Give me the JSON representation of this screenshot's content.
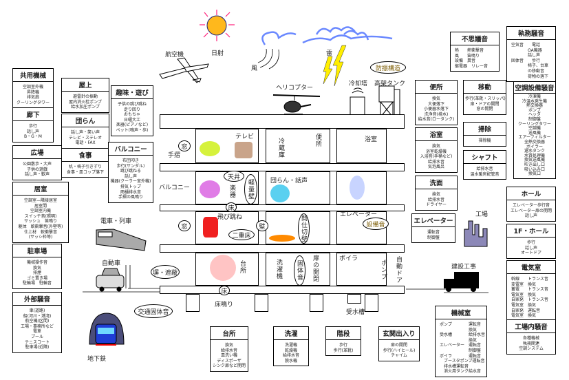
{
  "boxes": {
    "kyoyo": {
      "title": "共用機械",
      "items": [
        "空調室外機",
        "昇降機",
        "排気扇",
        "クーリングタワー"
      ]
    },
    "okujo": {
      "title": "屋上",
      "items": [
        "避雷針の振動",
        "屋内消火栓ポンプ",
        "給水加圧ポンプ"
      ]
    },
    "shumi": {
      "title": "趣味・遊び",
      "items": [
        "子供の跳び跳ね",
        "走り回り",
        "おもちゃ",
        "日曜大工",
        "楽器(ピアノなど)",
        "ペット(鳴声・歩)"
      ]
    },
    "roka": {
      "title": "廊下",
      "items": [
        "歩行",
        "話し声",
        "B・G・M"
      ]
    },
    "danran": {
      "title": "団らん",
      "items": [
        "話し声・笑い声",
        "テレビ・ステレオ",
        "電話・FAX"
      ]
    },
    "hiroba": {
      "title": "広場",
      "items": [
        "公園散歩・大声",
        "子供の遊戯",
        "話し声・歓声"
      ]
    },
    "shokuji": {
      "title": "食事",
      "items": [
        "机・椅子引きずり",
        "食事・皿コップ落下"
      ]
    },
    "balcony": {
      "title": "バルコニー",
      "items": [
        "布団叩き",
        "歩行(サンダル)",
        "跳び跳ねる",
        "話し声",
        "機器(クーラー室外機)",
        "排気トップ",
        "雨樋排水音",
        "手摺の風鳴り"
      ]
    },
    "kyoshitsu": {
      "title": "居室",
      "items": [
        "空調室—隣接居室",
        "居室間",
        "空調室内機",
        "スイッチ音(照明)",
        "サッシュ　笛鳴り",
        "躯体　軟衝撃音(外壁等)",
        "仕上材　軟衝撃音",
        "(サッシ枠等)"
      ]
    },
    "chushajo": {
      "title": "駐車場",
      "items": [
        "機械操作音",
        "換気",
        "排煙",
        "ゴミ置き場",
        "駐輪場　駐輪音"
      ]
    },
    "gaibu": {
      "title": "外部騒音",
      "items": [
        "車(道路)",
        "船(河川・港湾)",
        "航空機(区間)",
        "工場・事務所など",
        "電車",
        "プール",
        "テニスコート",
        "駐車場(近隣)"
      ]
    },
    "fushigi": {
      "title": "不思議音",
      "items": [
        "熱　　熱衝撃音",
        "風　　笛鳴り",
        "設備　異音",
        "継電器　リレー音"
      ]
    },
    "shitsumu": {
      "title": "執務騒音",
      "items": [
        "空気音　　電話",
        "　　　　OA機器",
        "　　　　話し声",
        "固体音　　歩行",
        "　　　　椅子、台車",
        "　　　　の移動音",
        "　　　　荷物の落下"
      ]
    },
    "benjo": {
      "title": "便所",
      "items": [
        "換気",
        "大便落下",
        "小便器水落下",
        "洗浄音(排水)",
        "給水音(ロータンク)"
      ]
    },
    "ido": {
      "title": "移動",
      "items": [
        "歩行(革靴・スリッパ)",
        "扉・ドアの開閉",
        "窓の開閉"
      ]
    },
    "kucho": {
      "title": "空調設備騒音",
      "items": [
        "冷凍機",
        "冷温水発生機",
        "熱交換器",
        "ポンプ",
        "ヘッダ",
        "制御盤",
        "クーリングタワー",
        "空調機",
        "送風機",
        "エアーフィルター",
        "全熱交換器",
        "ボイラー",
        "還水タンク",
        "水質処理機",
        "換気送風機",
        "吹き出し口",
        "吸い込み口",
        "換気口"
      ]
    },
    "yokushitsu": {
      "title": "浴室",
      "items": [
        "換気",
        "浴室乾燥機",
        "入浴音(手桶など)",
        "給排水音",
        "気泡風呂"
      ]
    },
    "soji": {
      "title": "掃除",
      "items": [
        "掃除機"
      ]
    },
    "shaft": {
      "title": "シャフト",
      "items": [
        "給排水音",
        "温水暖房配管音"
      ]
    },
    "senmen": {
      "title": "洗面",
      "items": [
        "換気",
        "給排水音",
        "ドライヤー"
      ]
    },
    "elevator": {
      "title": "エレベーター",
      "items": [
        "運転音",
        "制御盤"
      ]
    },
    "hall": {
      "title": "ホール",
      "items": [
        "エレベーター歩行音",
        "エレベーター扉の開閉",
        "話し声"
      ]
    },
    "hall1f": {
      "title": "1F・ホール",
      "items": [
        "歩行",
        "話し声",
        "オートドア"
      ]
    },
    "denki": {
      "title": "電気室",
      "items": [
        "幹線　　トランス音",
        "変電室　換気",
        "蓄電　　トランス音",
        "電気室　換気",
        "自家発　トランス音",
        "電気室　換気",
        "自家発　運転音",
        "電気室　換気"
      ]
    },
    "kojonai": {
      "title": "工場内騒音",
      "items": [
        "各種機械",
        "執務関連",
        "空調システム"
      ]
    },
    "kikai": {
      "title": "機械室",
      "items": [
        "ポンプ　　　　運転音",
        "　　　　　　　換気",
        "受水槽　　　　給排水音",
        "　　　　　　　換気",
        "エレベーター　運転音",
        "　　　　　　　制御盤",
        "ボイラ　　　　運転音",
        "　ブースタポンプ運転音",
        "　排水槽運転音",
        "　消火用タンク給水音"
      ]
    },
    "daidokoro": {
      "title": "台所",
      "items": [
        "換気",
        "給排水音",
        "皿洗い機",
        "ディスポーザ",
        "シンク扉など開閉"
      ]
    },
    "sentaku": {
      "title": "洗濯",
      "items": [
        "洗濯機",
        "乾燥機",
        "給排水音",
        "脱水機"
      ]
    },
    "kaidan": {
      "title": "階段",
      "items": [
        "歩行",
        "歩行(革靴)"
      ]
    },
    "genkan": {
      "title": "玄関出入り",
      "items": [
        "扉の開閉",
        "歩行(ハイヒール)",
        "チャイム"
      ]
    }
  },
  "labels": {
    "airplane": "航空機",
    "sun": "日射",
    "wind": "風",
    "thunder": "雷",
    "antivib": "防振構造",
    "heli": "ヘリコプター",
    "cooling_tower": "冷却塔",
    "elevated_tank": "高架タンク",
    "handrail": "手摺",
    "window1": "窓",
    "tv": "テレビ",
    "fridge": "冷蔵庫",
    "toilet": "便所",
    "bath": "浴室",
    "balcony": "バルコニー",
    "ceiling": "天井",
    "instrument": "楽器",
    "light_wall": "軽量壁",
    "floor1": "床",
    "danran_voice": "団らん・話声",
    "train": "電車・列車",
    "window2": "窓",
    "jump": "飛び跳ね",
    "double_floor": "二重床",
    "wall": "壁",
    "partition": "間仕切壁",
    "elevator": "エレベーター",
    "equipment_noise": "設備音",
    "car": "自動車",
    "fence": "塀・遮蔽",
    "kitchen": "台所",
    "floor2": "床",
    "washer": "洗濯機",
    "solid_sound": "固体音",
    "door": "扉の開閉",
    "boiler": "ボイラ",
    "pump": "ポンプ",
    "auto_door": "自動ドア",
    "floor_squeak": "床鳴り",
    "traffic_solid": "交通固体音",
    "water_tank": "受水槽",
    "factory": "工場",
    "construction": "建設工事",
    "subway": "地下鉄"
  },
  "colors": {
    "sun": "#ffb81c",
    "sun_rays": "#ff1f7a",
    "cloud": "#5a7cff",
    "lightning": "#ffee00",
    "factory": "#8c88b8",
    "subway": "#1f3dd6",
    "equipment_text": "#7a5a00"
  }
}
